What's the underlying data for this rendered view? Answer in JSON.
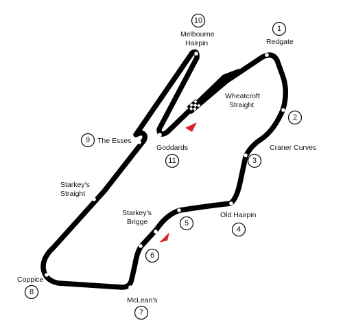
{
  "corners": [
    {
      "number": "1",
      "name": "Redgate"
    },
    {
      "number": "2",
      "name": ""
    },
    {
      "number": "3",
      "name": "Craner Curves"
    },
    {
      "number": "4",
      "name": "Old Hairpin"
    },
    {
      "number": "5",
      "name": ""
    },
    {
      "number": "6",
      "name": ""
    },
    {
      "number": "7",
      "name": "McLean's"
    },
    {
      "number": "8",
      "name": "Coppice"
    },
    {
      "number": "9",
      "name": "The Esses"
    },
    {
      "number": "10",
      "name_line1": "Melbourne",
      "name_line2": "Hairpin"
    },
    {
      "number": "11",
      "name": "Goddards"
    }
  ],
  "features": {
    "wheatcroft_line1": "Wheatcroft",
    "wheatcroft_line2": "Straight",
    "starkeys_straight_line1": "Starkey's",
    "starkeys_straight_line2": "Straight",
    "starkeys_bridge_line1": "Starkey's",
    "starkeys_bridge_line2": "Brigge"
  },
  "colors": {
    "track": "#000000",
    "sector_marker": "#d8252b"
  }
}
